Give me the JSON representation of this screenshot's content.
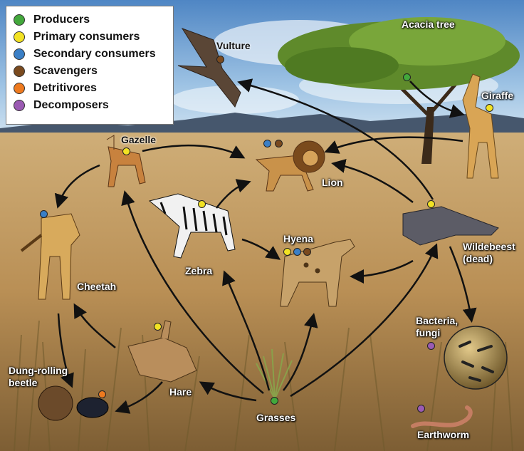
{
  "legend": {
    "items": [
      {
        "label": "Producers",
        "color": "#43a83c"
      },
      {
        "label": "Primary consumers",
        "color": "#f2e224"
      },
      {
        "label": "Secondary consumers",
        "color": "#3a7fc6"
      },
      {
        "label": "Scavengers",
        "color": "#7a4a1f"
      },
      {
        "label": "Detritivores",
        "color": "#ee7a1f"
      },
      {
        "label": "Decomposers",
        "color": "#9b5bb3"
      }
    ]
  },
  "organisms": {
    "vulture": "Vulture",
    "acacia": "Acacia tree",
    "giraffe": "Giraffe",
    "gazelle": "Gazelle",
    "lion": "Lion",
    "hyena": "Hyena",
    "zebra": "Zebra",
    "cheetah": "Cheetah",
    "wildebeest_1": "Wildebeest",
    "wildebeest_2": "(dead)",
    "bacteria_1": "Bacteria,",
    "bacteria_2": "fungi",
    "dung_1": "Dung-rolling",
    "dung_2": "beetle",
    "hare": "Hare",
    "grasses": "Grasses",
    "earthworm": "Earthworm"
  }
}
